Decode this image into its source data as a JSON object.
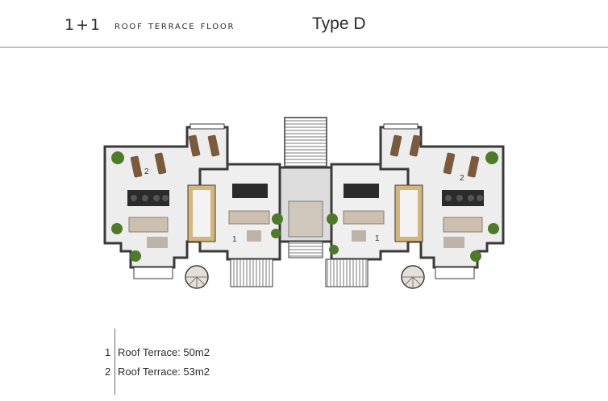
{
  "header": {
    "number": "1+1",
    "title": "roof terrace floor",
    "type": "Type D"
  },
  "plan": {
    "unit_labels": [
      "2",
      "1",
      "1",
      "2"
    ]
  },
  "legend": [
    {
      "num": "1",
      "text": "Roof Terrace: 50m2"
    },
    {
      "num": "2",
      "text": "Roof Terrace: 53m2"
    }
  ],
  "colors": {
    "wall": "#3a3a3a",
    "floor": "#ededed",
    "kitchen_wood": "#d4b57a",
    "sofa": "#cdbfb0",
    "plant": "#4f7a2a",
    "lounger": "#7a5a3c"
  }
}
